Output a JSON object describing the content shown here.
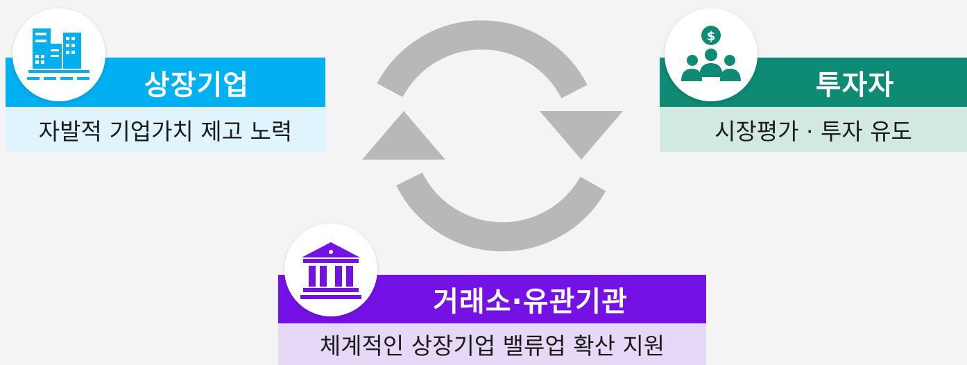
{
  "nodes": {
    "listed": {
      "title": "상장기업",
      "description": "자발적 기업가치 제고 노력",
      "icon": "office-buildings-icon",
      "bar_color": "#00b0f0",
      "sub_color": "#dff4fc"
    },
    "investor": {
      "title": "투자자",
      "description": "시장평가 · 투자 유도",
      "icon": "investors-dollar-icon",
      "bar_color": "#0f8a74",
      "sub_color": "#d2e8e3"
    },
    "exchange": {
      "title": "거래소·유관기관",
      "description": "체계적인 상장기업 밸류업 확산 지원",
      "icon": "institution-building-icon",
      "bar_color": "#7412e6",
      "sub_color": "#e6d9f7"
    }
  },
  "cycle": {
    "icon": "cycle-arrows-icon",
    "color": "#b8b8b8"
  }
}
